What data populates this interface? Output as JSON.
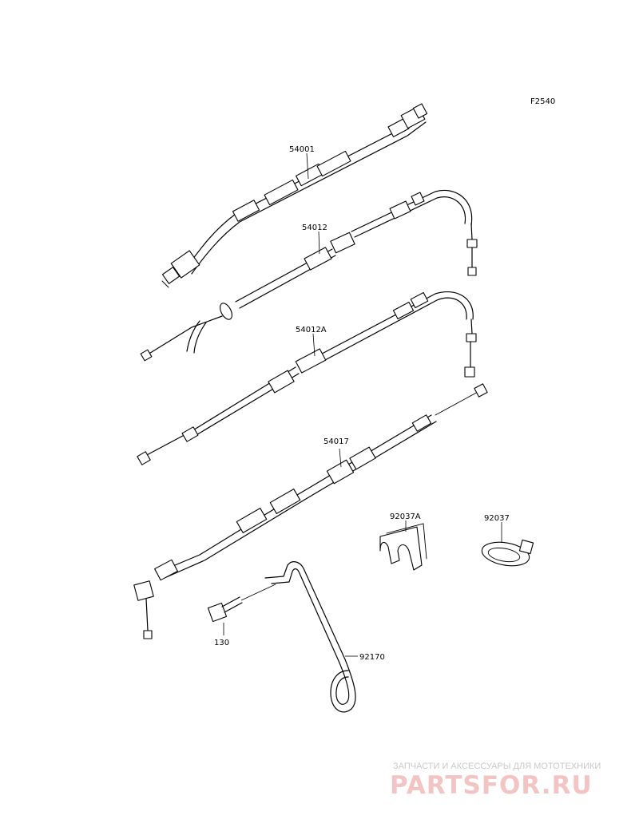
{
  "diagram": {
    "figure_code": "F2540",
    "parts": [
      {
        "part_number": "54001"
      },
      {
        "part_number": "54012"
      },
      {
        "part_number": "54012A"
      },
      {
        "part_number": "54017"
      },
      {
        "part_number": "92037A"
      },
      {
        "part_number": "92037"
      },
      {
        "part_number": "130"
      },
      {
        "part_number": "92170"
      }
    ]
  },
  "watermark": {
    "tagline": "ЗАПЧАСТИ И АКСЕССУАРЫ ДЛЯ МОТОТЕХНИКИ",
    "logo_text": "PARTSFOR.RU"
  },
  "colors": {
    "line": "#000000",
    "watermark_logo": "#f2c4c4",
    "watermark_text": "#c9c9c9"
  }
}
